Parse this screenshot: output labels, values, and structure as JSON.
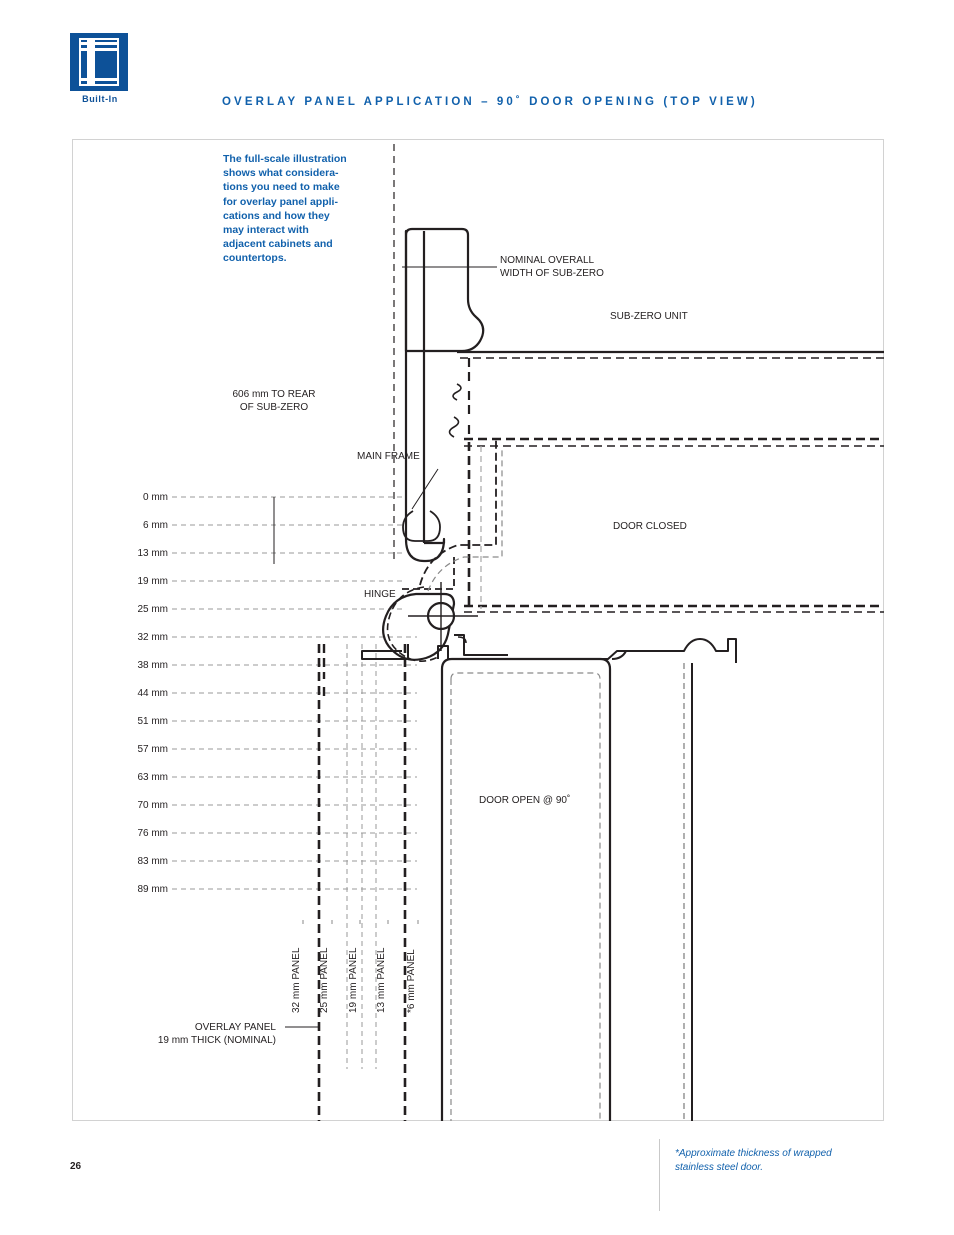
{
  "header": {
    "brand_wordmark": "Built-In",
    "logo_icon": "sub-zero-built-in-logo-icon",
    "title": "OVERLAY PANEL APPLICATION – 90˚ DOOR OPENING (TOP VIEW)",
    "accent_color": "#1161AC",
    "logo_color": "#0D5198"
  },
  "intro": {
    "lines": [
      "The full-scale illustration",
      "shows what considera-",
      "tions you need to make",
      "for overlay panel appli-",
      "cations and how they",
      "may interact with",
      "adjacent cabinets and",
      "countertops."
    ]
  },
  "callouts": {
    "nominal_width": "NOMINAL OVERALL\nWIDTH OF SUB-ZERO",
    "nominal_width_line1": "NOMINAL OVERALL",
    "nominal_width_line2": "WIDTH OF SUB-ZERO",
    "sub_zero_unit": "SUB-ZERO UNIT",
    "rear_depth_line1": "606 mm TO REAR",
    "rear_depth_line2": "OF SUB-ZERO",
    "main_frame": "MAIN FRAME",
    "hinge": "HINGE",
    "door_closed": "DOOR CLOSED",
    "door_open": "DOOR OPEN @ 90˚",
    "overlay_panel_line1": "OVERLAY PANEL",
    "overlay_panel_line2": "19 mm THICK (NOMINAL)"
  },
  "scale": {
    "unit": "mm",
    "labels": [
      "0 mm",
      "6 mm",
      "13 mm",
      "19 mm",
      "25 mm",
      "32 mm",
      "38 mm",
      "44 mm",
      "51 mm",
      "57 mm",
      "63 mm",
      "70 mm",
      "76 mm",
      "83 mm",
      "89 mm"
    ],
    "values": [
      0,
      6,
      13,
      19,
      25,
      32,
      38,
      44,
      51,
      57,
      63,
      70,
      76,
      83,
      89
    ]
  },
  "panel_labels": [
    "32 mm PANEL",
    "25 mm PANEL",
    "19 mm PANEL",
    "13 mm PANEL",
    "*6 mm PANEL"
  ],
  "footer": {
    "page_number": "26",
    "footnote_line1": "*Approximate thickness of wrapped",
    "footnote_line2": "stainless steel door."
  }
}
